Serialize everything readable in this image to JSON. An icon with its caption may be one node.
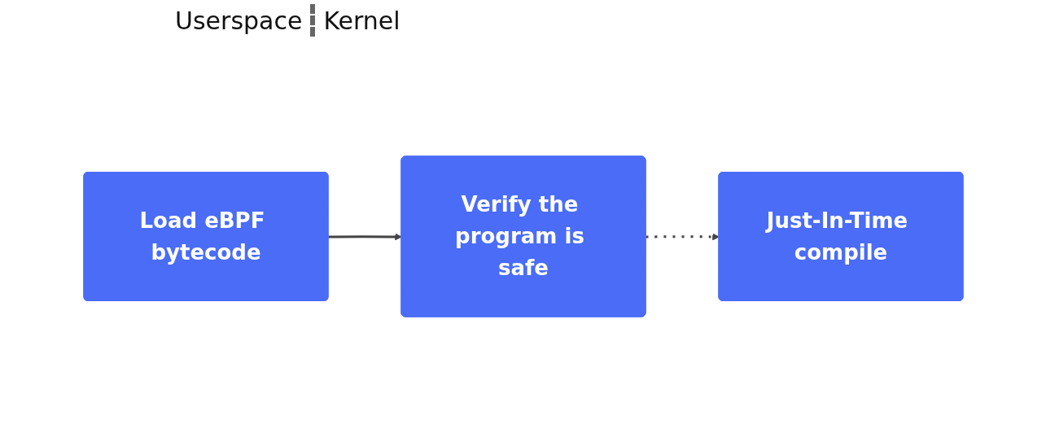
{
  "diagram": {
    "nodes": [
      {
        "text": [
          "Load eBPF bytecode"
        ]
      },
      {
        "text": [
          "Verify the program is safe"
        ]
      },
      {
        "text": [
          "Just-In-Time compile"
        ]
      }
    ],
    "edges": [
      {
        "from": 0,
        "to": 1,
        "arrow": "to"
      },
      {
        "from": 1,
        "to": 2,
        "arrow": "to",
        "style": "dashed"
      }
    ],
    "labels": [
      "Userspace",
      "Kernel"
    ]
  }
}
